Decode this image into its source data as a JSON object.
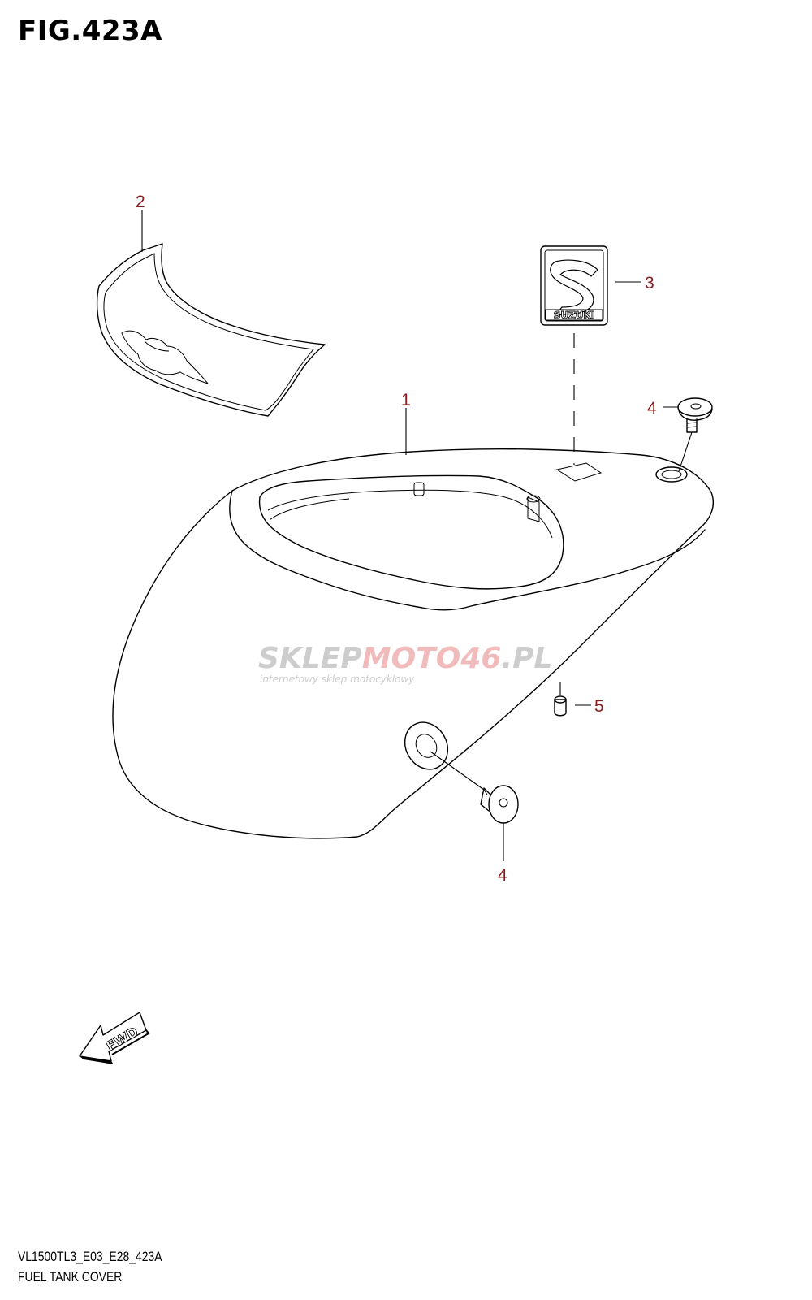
{
  "figure": {
    "title": "FIG.423A",
    "model_code": "VL1500TL3_E03_E28_423A",
    "name": "FUEL TANK COVER"
  },
  "callouts": {
    "c1": "1",
    "c2": "2",
    "c3": "3",
    "c4a": "4",
    "c4b": "4",
    "c5": "5"
  },
  "emblem": {
    "text": "SUZUKI"
  },
  "watermark": {
    "part1": "SKLEP",
    "part2": "MOTO",
    "part3": "46",
    "part4": ".PL",
    "tagline": "internetowy sklep motocyklowy",
    "colors": {
      "grey": "#c8c8c8",
      "red": "#f0b4b4"
    }
  },
  "fwd_arrow": {
    "label": "FWD"
  }
}
